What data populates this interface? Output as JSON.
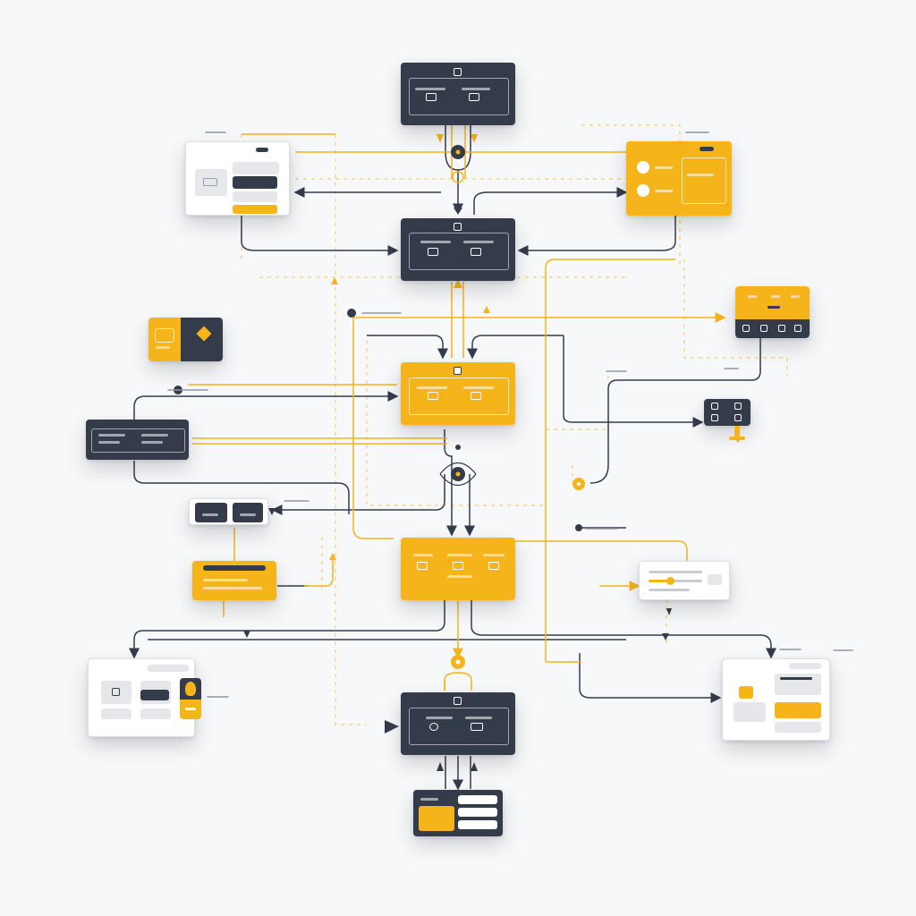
{
  "palette": {
    "dark": "#343b4a",
    "accent": "#f4b41a",
    "card": "#ffffff",
    "connector_dark": "#343b4a",
    "connector_accent": "#f4b41a",
    "dashed_guide": "#f4b41a",
    "background": "#f7f8fa"
  },
  "diagram": {
    "type": "flowchart",
    "nodes": [
      {
        "id": "n1",
        "style": "dark",
        "icon": "window-icon"
      },
      {
        "id": "n2",
        "style": "dark",
        "icon": "window-icon"
      },
      {
        "id": "n3",
        "style": "yellow",
        "icon": "window-icon"
      },
      {
        "id": "n4",
        "style": "yellow",
        "icon": "sliders-icon"
      },
      {
        "id": "n5",
        "style": "dark",
        "icon": "window-icon"
      },
      {
        "id": "n6",
        "style": "dark",
        "icon": "list-icon"
      },
      {
        "id": "w1",
        "style": "white",
        "icon": "card-icon"
      },
      {
        "id": "y1",
        "style": "yellow",
        "icon": "card-icon"
      },
      {
        "id": "s1",
        "style": "yellow-dark",
        "icon": "diamond-icon"
      },
      {
        "id": "d1",
        "style": "dark",
        "icon": "list-icon"
      },
      {
        "id": "w2",
        "style": "white",
        "icon": "card-icon"
      },
      {
        "id": "y2",
        "style": "yellow",
        "icon": "list-icon"
      },
      {
        "id": "w3",
        "style": "white",
        "icon": "gallery-icon"
      },
      {
        "id": "y3",
        "style": "yellow-dark",
        "icon": "tag-icon"
      },
      {
        "id": "d2",
        "style": "dark",
        "icon": "grid-icon"
      },
      {
        "id": "w4",
        "style": "white",
        "icon": "slider-icon"
      },
      {
        "id": "w5",
        "style": "white",
        "icon": "form-icon"
      }
    ],
    "junctions": [
      {
        "id": "j1",
        "color": "dark"
      },
      {
        "id": "j2",
        "color": "dark"
      },
      {
        "id": "j3",
        "color": "dark"
      },
      {
        "id": "j4",
        "color": "dark"
      },
      {
        "id": "j5",
        "color": "accent"
      },
      {
        "id": "j6",
        "color": "accent"
      },
      {
        "id": "j7",
        "color": "dark"
      }
    ]
  }
}
